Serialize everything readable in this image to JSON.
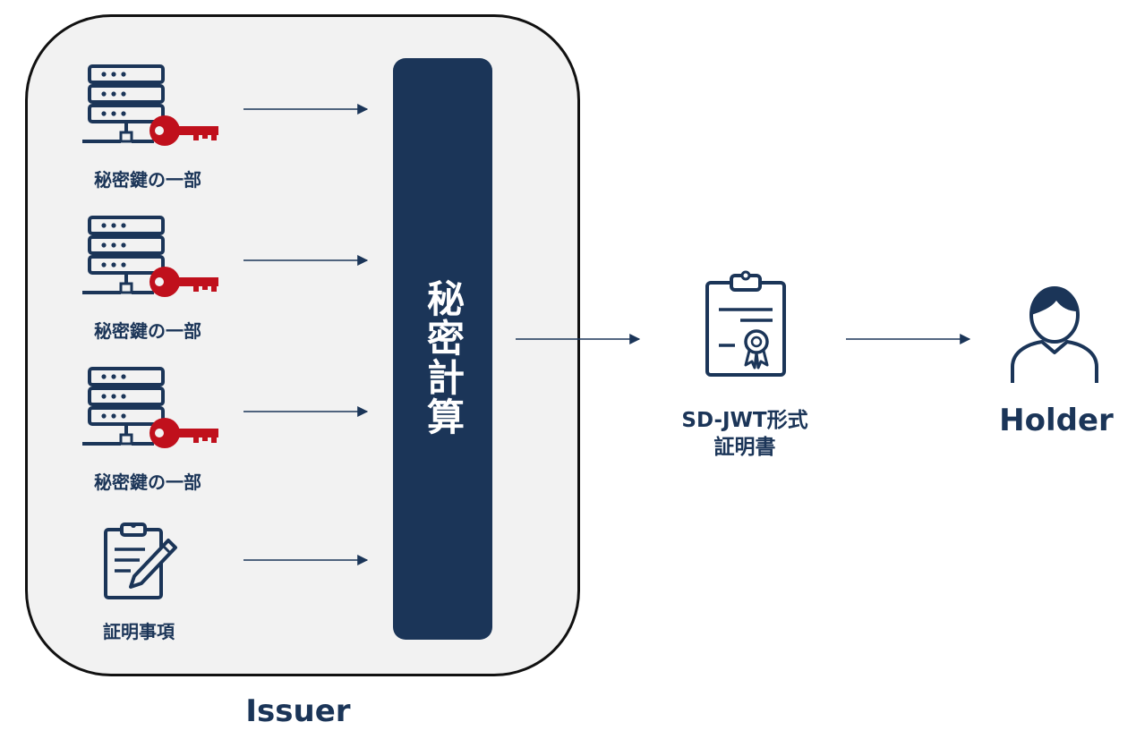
{
  "issuer": {
    "label": "Issuer",
    "key_shares": [
      {
        "label": "秘密鍵の一部"
      },
      {
        "label": "秘密鍵の一部"
      },
      {
        "label": "秘密鍵の一部"
      }
    ],
    "claims": {
      "label": "証明事項"
    }
  },
  "computation": {
    "label": "秘密計算"
  },
  "credential": {
    "line1": "SD-JWT形式",
    "line2": "証明書"
  },
  "holder": {
    "label": "Holder"
  },
  "icons": {
    "server": "server-icon",
    "key": "key-icon",
    "clipboard_edit": "clipboard-edit-icon",
    "certificate": "certificate-icon",
    "person": "person-icon"
  },
  "colors": {
    "navy": "#1b3558",
    "key_red": "#c0101c",
    "panel_bg": "#f2f2f2",
    "panel_border": "#111111"
  }
}
